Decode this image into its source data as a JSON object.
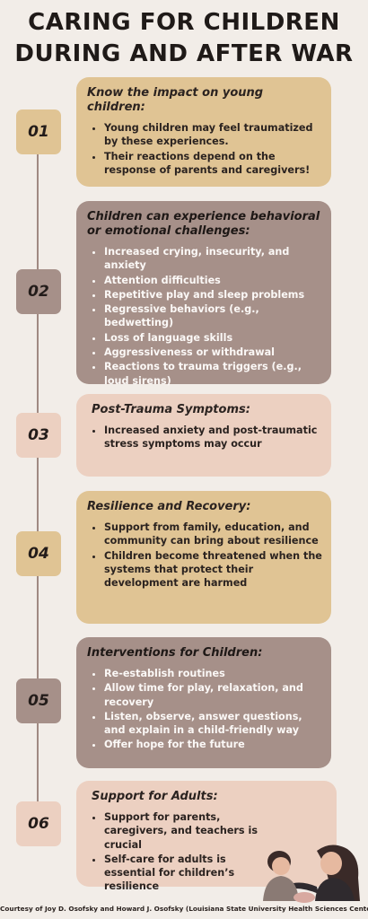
{
  "title": {
    "line1": "CARING FOR CHILDREN",
    "line2": "DURING AND AFTER WAR"
  },
  "sections": [
    {
      "number": "01",
      "heading": "Know the impact on young children:",
      "items": [
        "Young children may feel traumatized by these experiences.",
        "Their reactions depend on the response of parents and caregivers!"
      ]
    },
    {
      "number": "02",
      "heading": "Children can experience behavioral or emotional challenges:",
      "items": [
        "Increased crying, insecurity, and anxiety",
        "Attention difficulties",
        "Repetitive play and sleep problems",
        "Regressive behaviors (e.g., bedwetting)",
        "Loss of language skills",
        "Aggressiveness or withdrawal",
        "Reactions to trauma triggers (e.g., loud sirens)"
      ]
    },
    {
      "number": "03",
      "heading": "Post-Trauma Symptoms:",
      "items": [
        "Increased anxiety and post-traumatic stress symptoms may occur"
      ]
    },
    {
      "number": "04",
      "heading": "Resilience and Recovery:",
      "items": [
        "Support from family, education, and community can bring about resilience",
        "Children become threatened when the systems that protect their development are harmed"
      ]
    },
    {
      "number": "05",
      "heading": "Interventions for Children:",
      "items": [
        "Re-establish routines",
        "Allow time for play, relaxation, and recovery",
        "Listen, observe, answer questions, and explain in a child-friendly way",
        "Offer hope for the future"
      ]
    },
    {
      "number": "06",
      "heading": "Support for Adults:",
      "items": [
        "Support for parents, caregivers, and teachers is crucial",
        "Self-care for adults is essential for children’s resilience"
      ]
    }
  ],
  "footer": "Courtesy of Joy D. Osofsky and Howard J. Osofsky (Louisiana State University Health Sciences Center)",
  "colors": {
    "background": "#f2ede8",
    "gold": "#e0c494",
    "brown": "#a69089",
    "pink": "#ecd0c1"
  },
  "illustration": "adult-and-child-illustration"
}
